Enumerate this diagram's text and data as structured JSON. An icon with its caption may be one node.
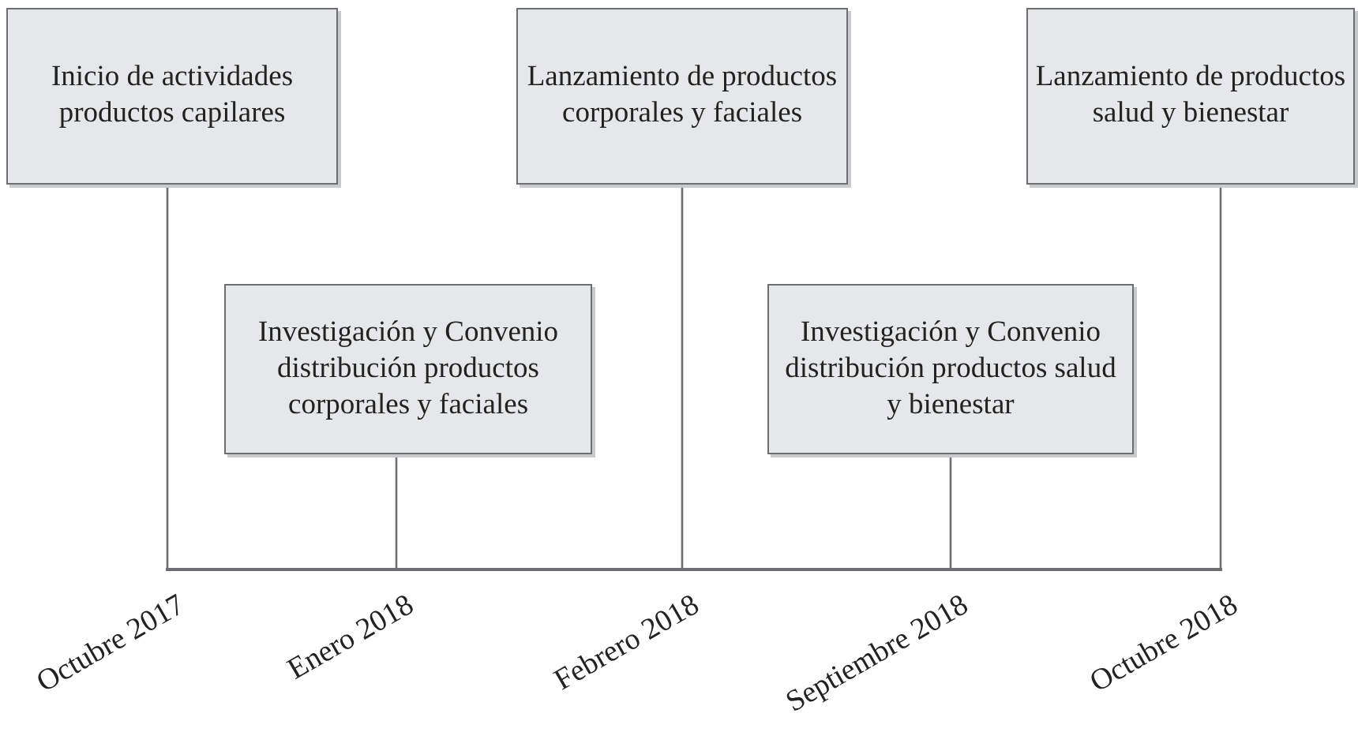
{
  "diagram": {
    "nodes": [
      {
        "text": [
          "Inicio de actividades productos capilares"
        ]
      },
      {
        "text": [
          "Investigación y Convenio distribución productos corporales y faciales"
        ]
      },
      {
        "text": [
          "Lanzamiento de productos corporales y faciales"
        ]
      },
      {
        "text": [
          "Investigación y Convenio distribución productos salud y bienestar"
        ]
      },
      {
        "text": [
          "Lanzamiento de productos salud y bienestar"
        ]
      },
      {
        "text": [],
        "shape": "bar"
      }
    ],
    "edges": [
      {
        "from": 0,
        "to": 5,
        "arrow": "none"
      },
      {
        "from": 1,
        "to": 5,
        "arrow": "none"
      },
      {
        "from": 2,
        "to": 5,
        "arrow": "none"
      },
      {
        "from": 3,
        "to": 5,
        "arrow": "none"
      },
      {
        "from": 4,
        "to": 5,
        "arrow": "none"
      }
    ],
    "labels": [
      "Octubre 2017",
      "Enero 2018",
      "Febrero 2018",
      "Septiembre 2018",
      "Octubre 2018"
    ]
  }
}
